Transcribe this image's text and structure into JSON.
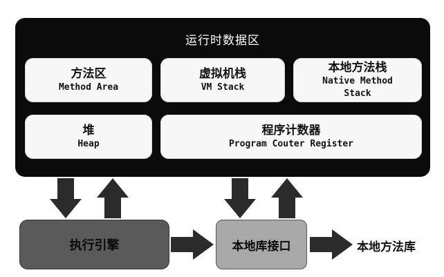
{
  "runtime": {
    "title": "运行时数据区"
  },
  "areas": {
    "method_area": {
      "cn": "方法区",
      "en": "Method Area"
    },
    "vm_stack": {
      "cn": "虚拟机栈",
      "en": "VM Stack"
    },
    "native_stack": {
      "cn": "本地方法栈",
      "en_line1": "Native Method",
      "en_line2": "Stack"
    },
    "heap": {
      "cn": "堆",
      "en": "Heap"
    },
    "pc_register": {
      "cn": "程序计数器",
      "en": "Program Couter Register"
    }
  },
  "bottom": {
    "engine": "执行引擎",
    "native_interface": "本地库接口",
    "native_library": "本地方法库"
  }
}
